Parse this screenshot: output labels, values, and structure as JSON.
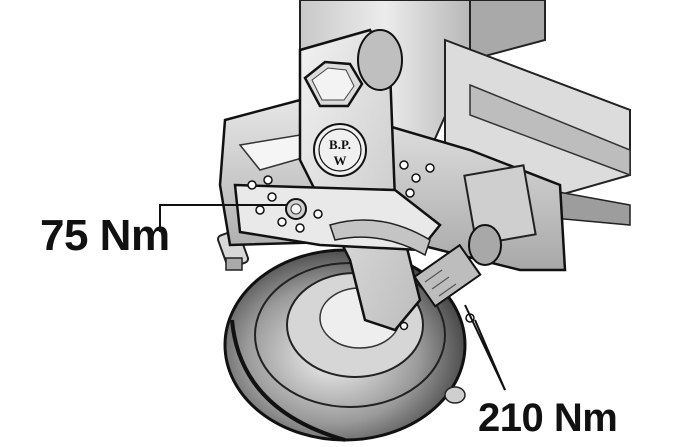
{
  "logo": {
    "letters_top": "B.P.",
    "letters_bottom": "W"
  },
  "labels": {
    "left_torque": "75 Nm",
    "right_torque": "210 Nm"
  }
}
